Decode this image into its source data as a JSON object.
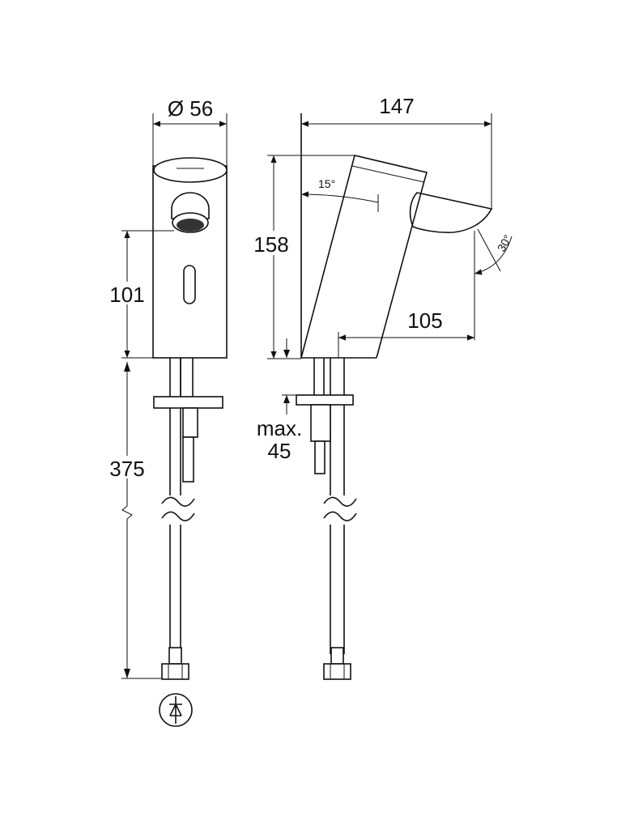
{
  "title": "Sensor basin tap dimension drawing",
  "dimensions": {
    "diameter": "Ø 56",
    "spout_height": "101",
    "hose_length": "375",
    "projection": "147",
    "height": "158",
    "reach": "105",
    "tilt_angle": "15°",
    "spout_angle": "30°",
    "max_label": "max.",
    "max_value": "45"
  },
  "colors": {
    "line": "#111111",
    "background": "#ffffff"
  }
}
